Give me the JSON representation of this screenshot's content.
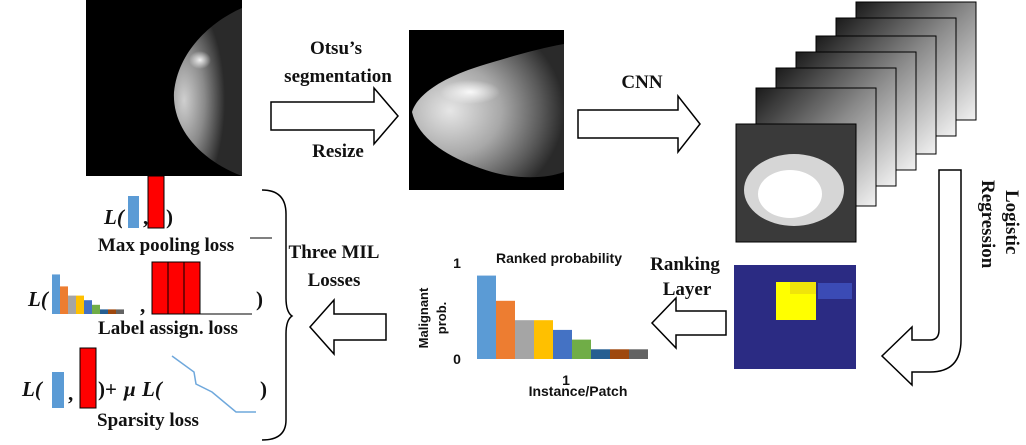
{
  "labels": {
    "otsu_line1": "Otsu’s",
    "otsu_line2": "segmentation",
    "resize": "Resize",
    "cnn": "CNN",
    "logistic": "Logistic",
    "regression": "Regression",
    "ranking_line1": "Ranking",
    "ranking_line2": "Layer",
    "three_mil_line1": "Three MIL",
    "three_mil_line2": "Losses",
    "max_pooling_loss": "Max pooling loss",
    "label_assign_loss": "Label assign. loss",
    "sparsity_loss": "Sparsity loss",
    "mu": "μ"
  },
  "chart_data": {
    "type": "bar",
    "title": "Ranked probability",
    "xlabel": "Instance/Patch",
    "ylabel": "Malignant prob.",
    "ylim": [
      0,
      1
    ],
    "y_ticks": [
      "0",
      "1"
    ],
    "x_ticks": [
      "1"
    ],
    "values": [
      0.86,
      0.6,
      0.4,
      0.4,
      0.3,
      0.2,
      0.1,
      0.1,
      0.1
    ],
    "colors": [
      "#5b9bd5",
      "#ed7d31",
      "#a5a5a5",
      "#ffc000",
      "#4472c4",
      "#70ad47",
      "#255e91",
      "#9e480e",
      "#636363"
    ]
  }
}
